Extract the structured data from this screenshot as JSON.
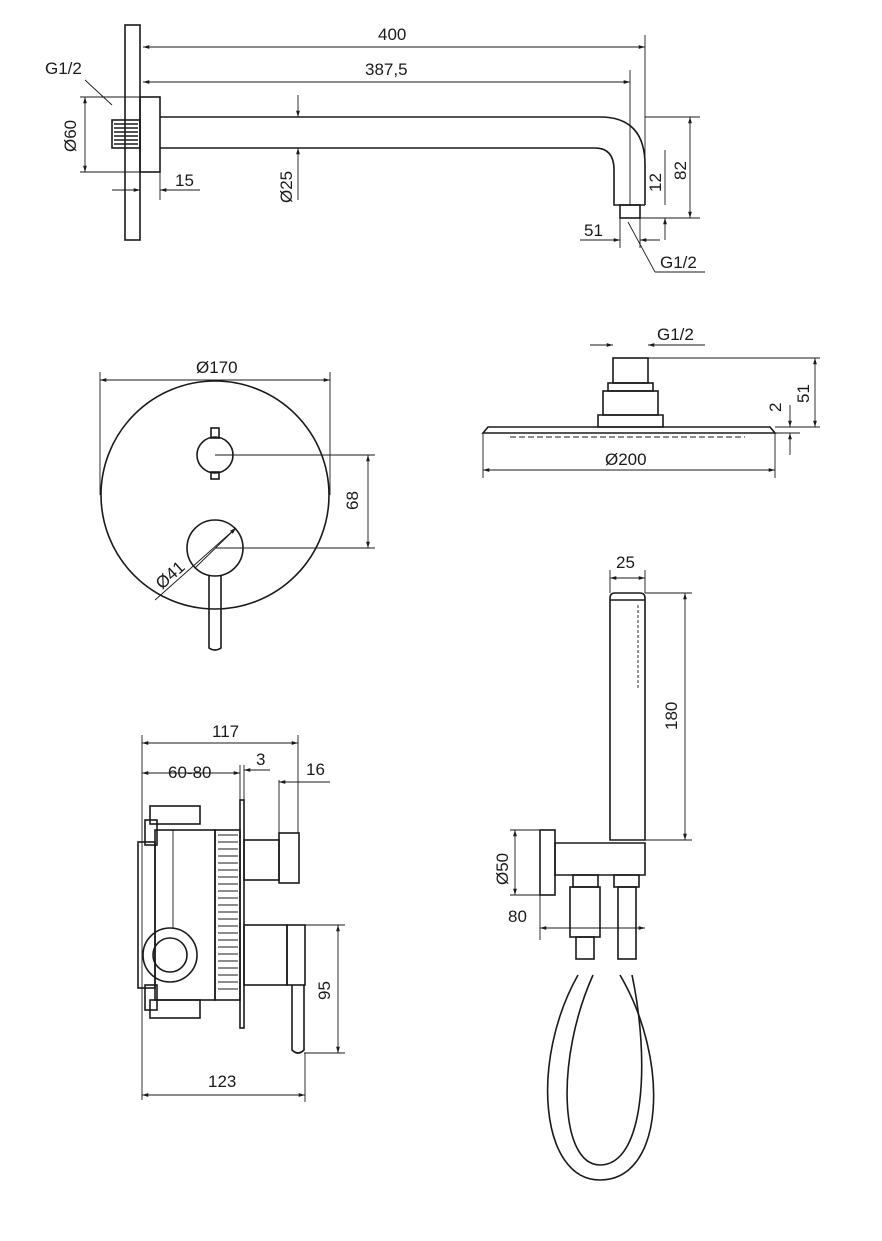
{
  "shower_arm": {
    "length_total": "400",
    "length_arm": "387,5",
    "thread_wall": "G1/2",
    "flange_diameter": "Ø60",
    "flange_depth": "15",
    "arm_diameter": "Ø25",
    "drop_12": "12",
    "drop_82": "82",
    "outlet_offset": "51",
    "thread_outlet": "G1/2"
  },
  "mixer_plate": {
    "plate_diameter": "Ø170",
    "handle_spacing": "68",
    "handle_diameter": "Ø41"
  },
  "shower_head": {
    "thread": "G1/2",
    "plate_thickness": "2",
    "height": "51",
    "diameter": "Ø200"
  },
  "hand_shower": {
    "width": "25",
    "length": "180",
    "holder_diameter": "Ø50",
    "holder_depth": "80"
  },
  "valve_body": {
    "depth_total": "117",
    "wall_depth": "60-80",
    "plate_thickness": "3",
    "knob_depth": "16",
    "lever_height": "95",
    "lever_depth": "123"
  },
  "colors": {
    "line": "#1a1a1a",
    "background": "#ffffff"
  }
}
